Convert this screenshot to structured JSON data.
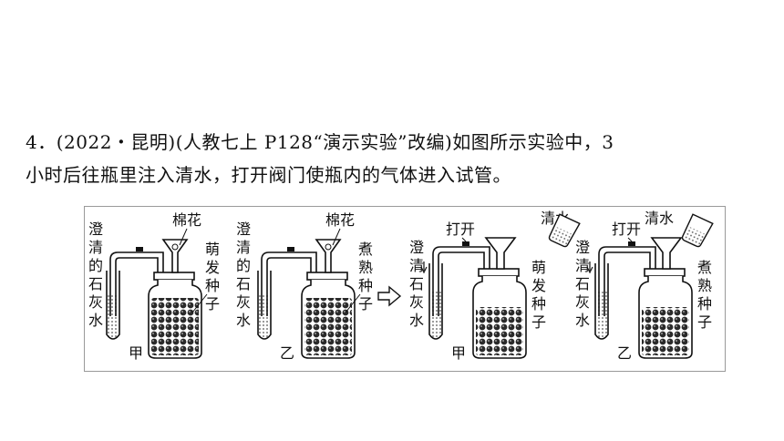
{
  "question": {
    "line1": "4．(2022・昆明)(人教七上 P128“演示实验”改编)如图所示实验中，3",
    "line2": "小时后往瓶里注入清水，打开阀门使瓶内的气体进入试管。"
  },
  "figure": {
    "panel1": {
      "tube_label": [
        "澄",
        "清",
        "的",
        "石",
        "灰",
        "水"
      ],
      "top_label": "棉花",
      "seed_label": [
        "萌",
        "发",
        "种",
        "子"
      ],
      "caption": "甲"
    },
    "panel2": {
      "tube_label": [
        "澄",
        "清",
        "的",
        "石",
        "灰",
        "水"
      ],
      "top_label": "棉花",
      "seed_label": [
        "煮",
        "熟",
        "种",
        "子"
      ],
      "caption": "乙"
    },
    "panel3": {
      "tube_label": [
        "澄",
        "清",
        "石",
        "灰",
        "水"
      ],
      "open_label": "打开",
      "water_label": "清水",
      "seed_label": [
        "萌",
        "发",
        "种",
        "子"
      ],
      "caption": "甲"
    },
    "panel4": {
      "tube_label": [
        "澄",
        "清",
        "石",
        "灰",
        "水"
      ],
      "open_label": "打开",
      "water_label": "清水",
      "seed_label": [
        "煮",
        "熟",
        "种",
        "子"
      ],
      "caption": "乙"
    }
  }
}
